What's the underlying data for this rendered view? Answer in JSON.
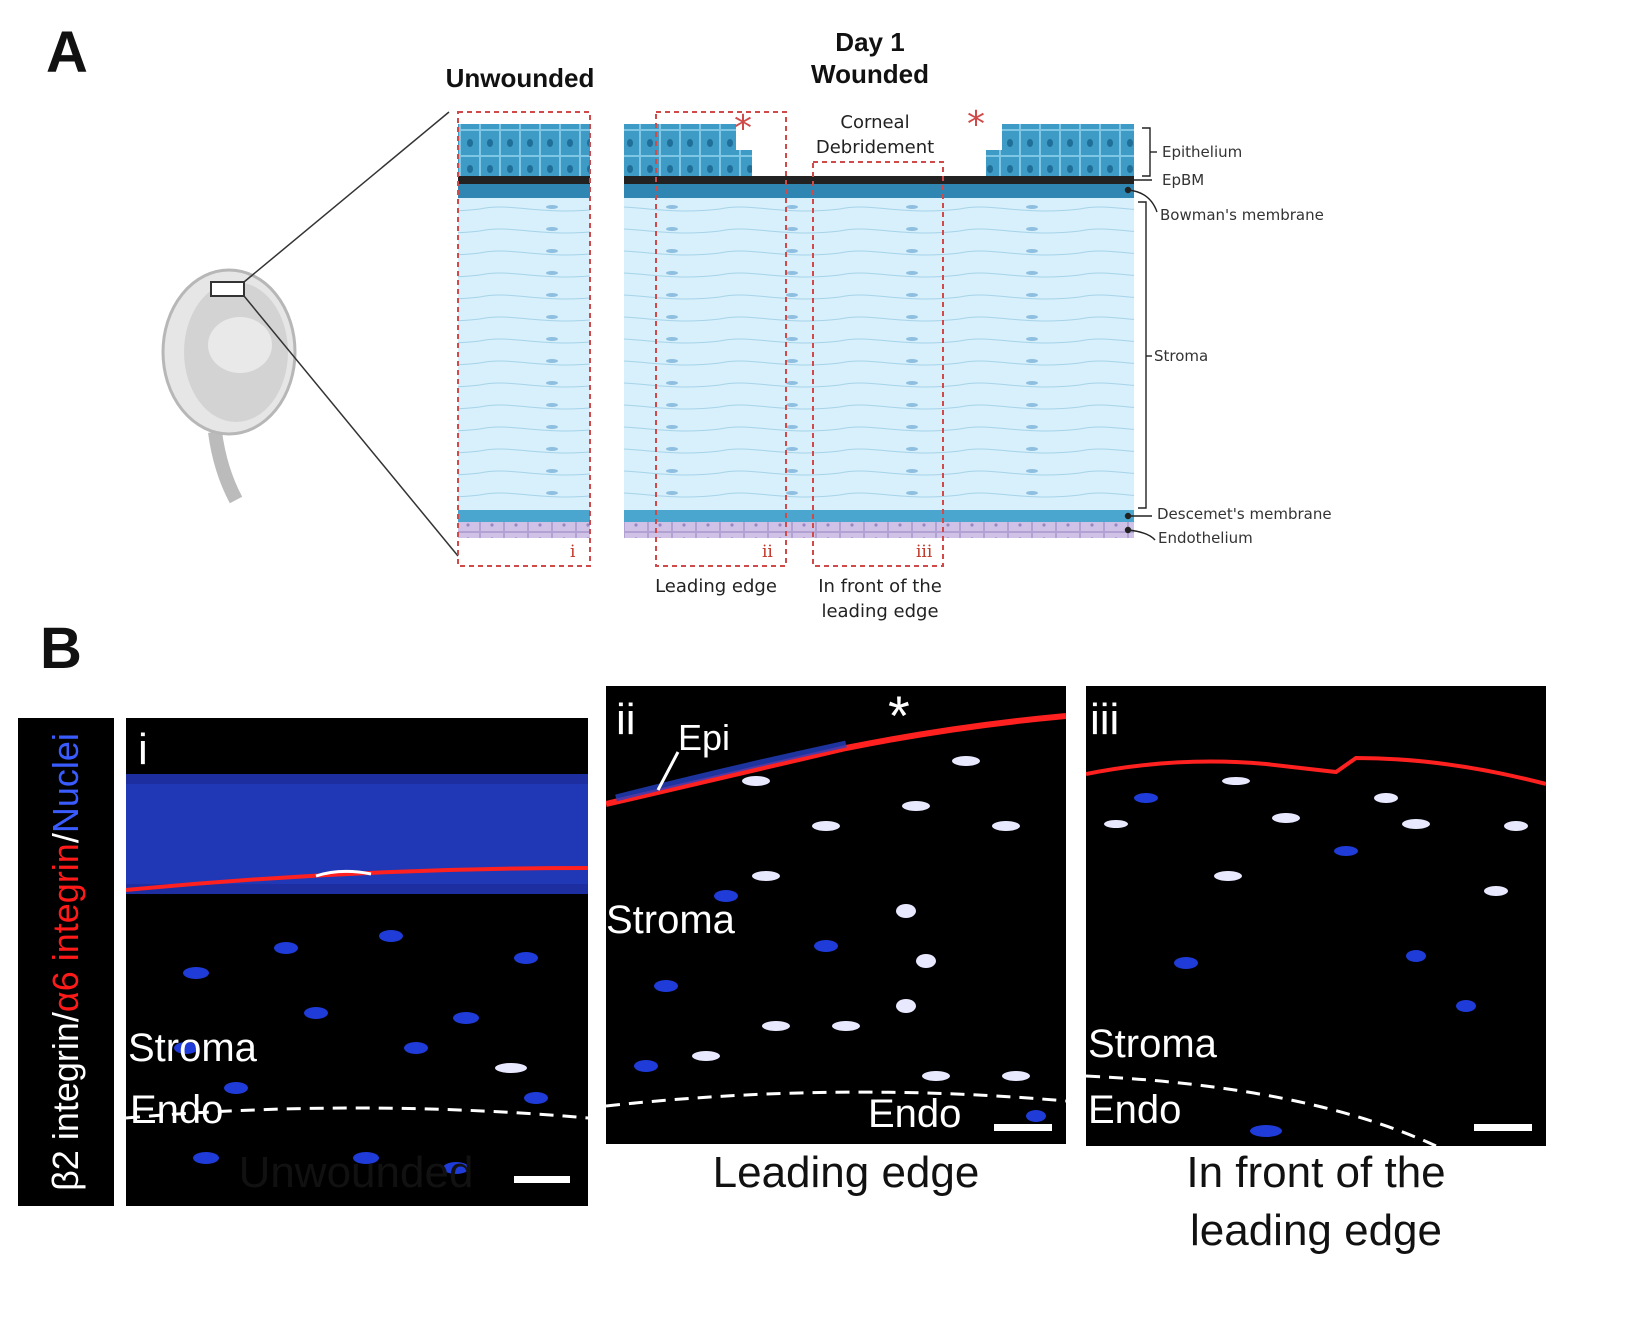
{
  "panel_a": {
    "letter": "A",
    "unwounded_header": "Unwounded",
    "day_header": "Day 1",
    "wounded_header": "Wounded",
    "debridement_label": [
      "Corneal",
      "Debridement"
    ],
    "asterisk": "*",
    "layer_labels": {
      "epithelium": "Epithelium",
      "epbm": "EpBM",
      "bowman": "Bowman's membrane",
      "stroma": "Stroma",
      "descemet": "Descemet's membrane",
      "endothelium": "Endothelium"
    },
    "box_labels": {
      "i": "i",
      "ii": "ii",
      "iii": "iii"
    },
    "leading_edge_label": "Leading edge",
    "front_label": [
      "In front of the",
      "leading edge"
    ],
    "colors": {
      "epithelium": "#3d9bc6",
      "epbm": "#222222",
      "bowman": "#2f86b2",
      "stroma": "#d7f0fb",
      "descemet": "#4aa6cf",
      "endothelium": "#cfc2e6",
      "dashed_box": "#d04a4a"
    }
  },
  "panel_b": {
    "letter": "B",
    "stain_parts": [
      {
        "text": "β2 integrin/",
        "color": "#ffffff"
      },
      {
        "text": "α6 integrin",
        "color": "#ff1a1a"
      },
      {
        "text": "/",
        "color": "#ffffff"
      },
      {
        "text": "Nuclei",
        "color": "#3a5cff"
      }
    ],
    "panels": [
      {
        "roman": "i",
        "stroma": "Stroma",
        "endo": "Endo",
        "caption": [
          "Unwounded"
        ]
      },
      {
        "roman": "ii",
        "stroma": "Stroma",
        "endo": "Endo",
        "epi": "Epi",
        "asterisk": "*",
        "caption": [
          "Leading edge"
        ]
      },
      {
        "roman": "iii",
        "stroma": "Stroma",
        "endo": "Endo",
        "caption": [
          "In front of the",
          "leading edge"
        ]
      }
    ]
  }
}
